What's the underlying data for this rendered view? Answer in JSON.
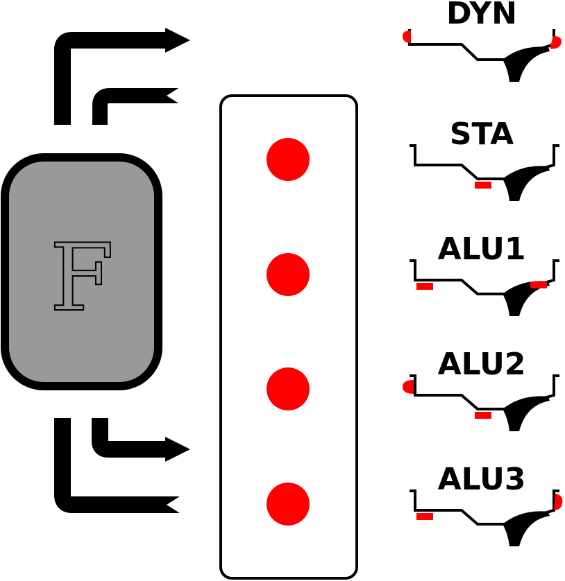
{
  "functional_unit": {
    "letter": "F",
    "fill_color": "#999999"
  },
  "indicators": {
    "count": 4,
    "color": "#ff0000"
  },
  "profiles": [
    {
      "label": "DYN",
      "marker_color": "#ff0000"
    },
    {
      "label": "STA",
      "marker_color": "#ff0000"
    },
    {
      "label": "ALU1",
      "marker_color": "#ff0000"
    },
    {
      "label": "ALU2",
      "marker_color": "#ff0000"
    },
    {
      "label": "ALU3",
      "marker_color": "#ff0000"
    }
  ]
}
